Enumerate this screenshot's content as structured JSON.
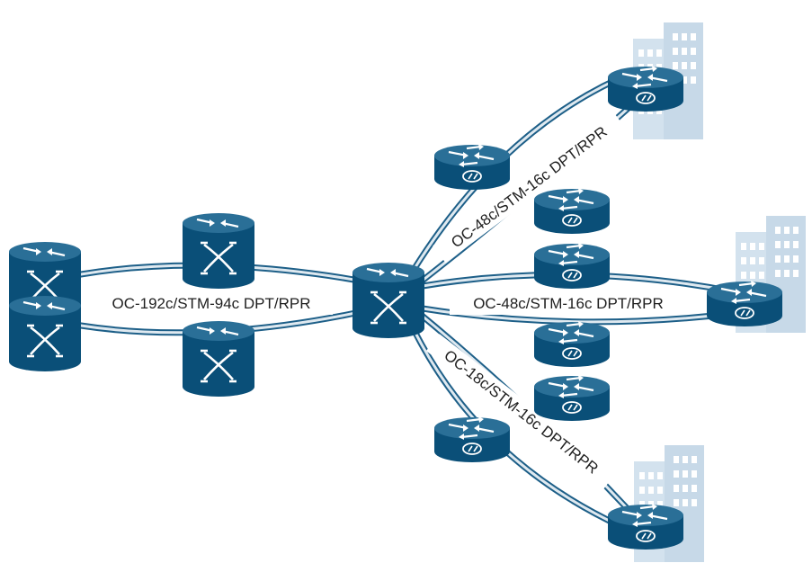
{
  "colors": {
    "router_dark": "#0a4f78",
    "router_top": "#2a6f97",
    "link_outer": "#1d5f88",
    "link_inner": "#dfe9f0",
    "building": "#d3e2ee",
    "building_window": "#ffffff"
  },
  "links": {
    "core_ring": "OC-192c/STM-94c DPT/RPR",
    "upper_ring": "OC-48c/STM-16c DPT/RPR",
    "middle_ring": "OC-48c/STM-16c DPT/RPR",
    "lower_ring": "OC-18c/STM-16c DPT/RPR"
  },
  "devices": {
    "core_switch_stack": "switch-stack-icon",
    "ring_switch": "switch-icon",
    "ring_router": "router-icon",
    "site_building": "building-icon"
  }
}
